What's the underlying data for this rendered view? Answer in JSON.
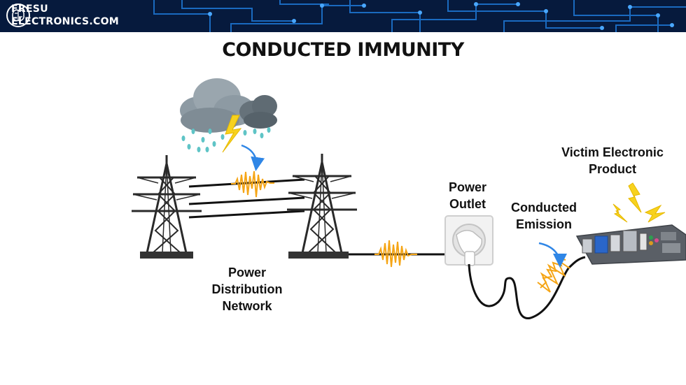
{
  "brand": {
    "line1": "FRESU",
    "line2": "ELECTRONICS.COM"
  },
  "title": "CONDUCTED IMMUNITY",
  "labels": {
    "power_distribution_network": "Power Distribution Network",
    "power_outlet": "Power Outlet",
    "conducted_emission": "Conducted Emission",
    "victim_electronic_product": "Victim Electronic Product"
  },
  "colors": {
    "header_bg": "#061a3d",
    "circuit_trace": "#1e78d8",
    "noise": "#f5a516",
    "arrow": "#2f86e6",
    "lightning": "#f7d21e",
    "tower": "#2a2a2a"
  },
  "icons": [
    "brain-logo-icon",
    "storm-cloud-icon",
    "lightning-bolt-icon",
    "transmission-tower-icon",
    "wall-outlet-icon",
    "motherboard-icon"
  ]
}
